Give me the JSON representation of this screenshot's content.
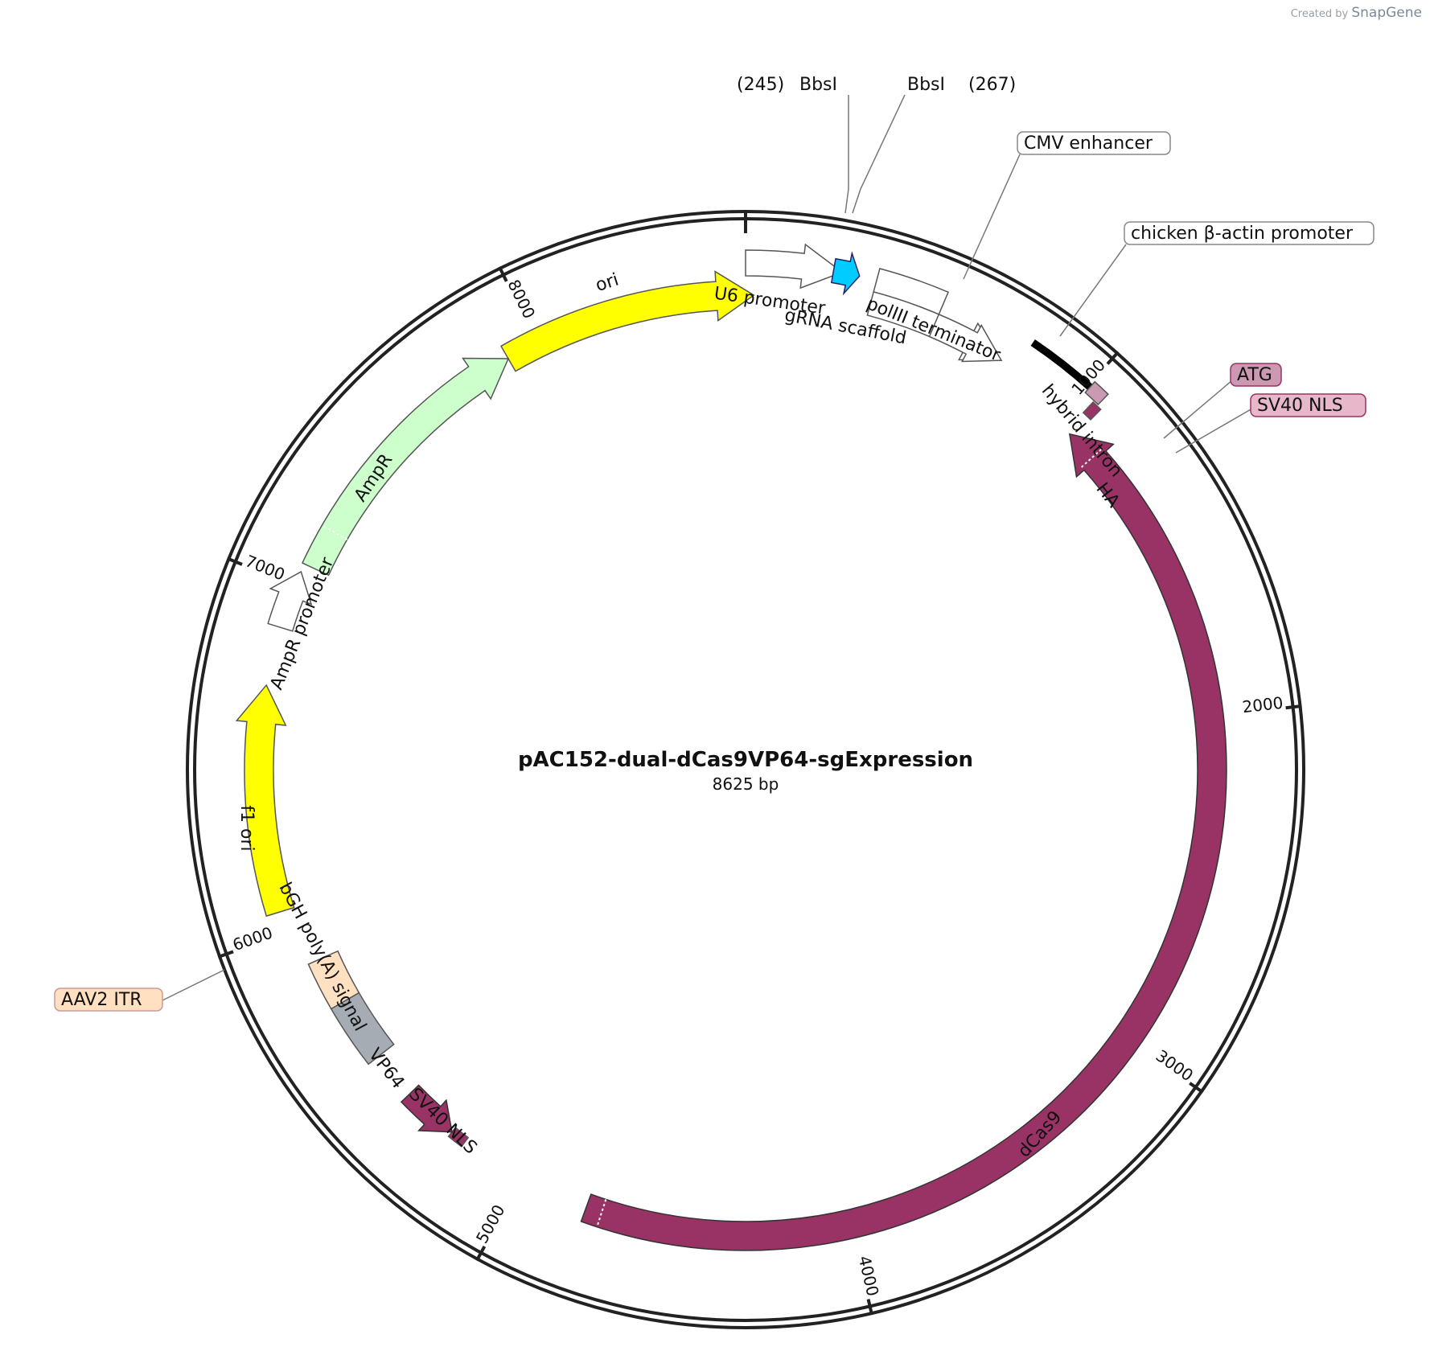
{
  "credit": {
    "prefix": "Created by",
    "brand": "SnapGene"
  },
  "plasmid": {
    "name": "pAC152-dual-dCas9VP64-sgExpression",
    "length_label": "8625 bp",
    "length": 8625
  },
  "scale_ticks": [
    "1000",
    "2000",
    "3000",
    "4000",
    "5000",
    "6000",
    "7000",
    "8000"
  ],
  "sites": [
    {
      "name": "BbsI",
      "position": "(245)"
    },
    {
      "name": "BbsI",
      "position": "(267)"
    }
  ],
  "features": {
    "ori": "ori",
    "u6": "U6 promoter",
    "grna": "gRNA scaffold",
    "poliii": "polIII terminator",
    "cmv": "CMV enhancer",
    "actin": "chicken β-actin promoter",
    "intron": "hybrid intron",
    "atg": "ATG",
    "nls1": "SV40 NLS",
    "ha": "HA",
    "dcas9": "dCas9",
    "nls2": "SV40 NLS",
    "vp64": "VP64",
    "bgh": "bGH poly(A) signal",
    "aav": "AAV2 ITR",
    "f1": "f1 ori",
    "ampr_p": "AmpR promoter",
    "ampr": "AmpR"
  },
  "colors": {
    "ori": "#ffff00",
    "f1": "#ffff00",
    "ampr": "#ccffcc",
    "grna": "#00ccff",
    "dcas9": "#993366",
    "atg": "#cc99b2",
    "nls": "#e6b8c9",
    "bgh": "#a6acb3",
    "aav": "#ffe0c0",
    "white": "#ffffff",
    "intron": "#000000"
  }
}
